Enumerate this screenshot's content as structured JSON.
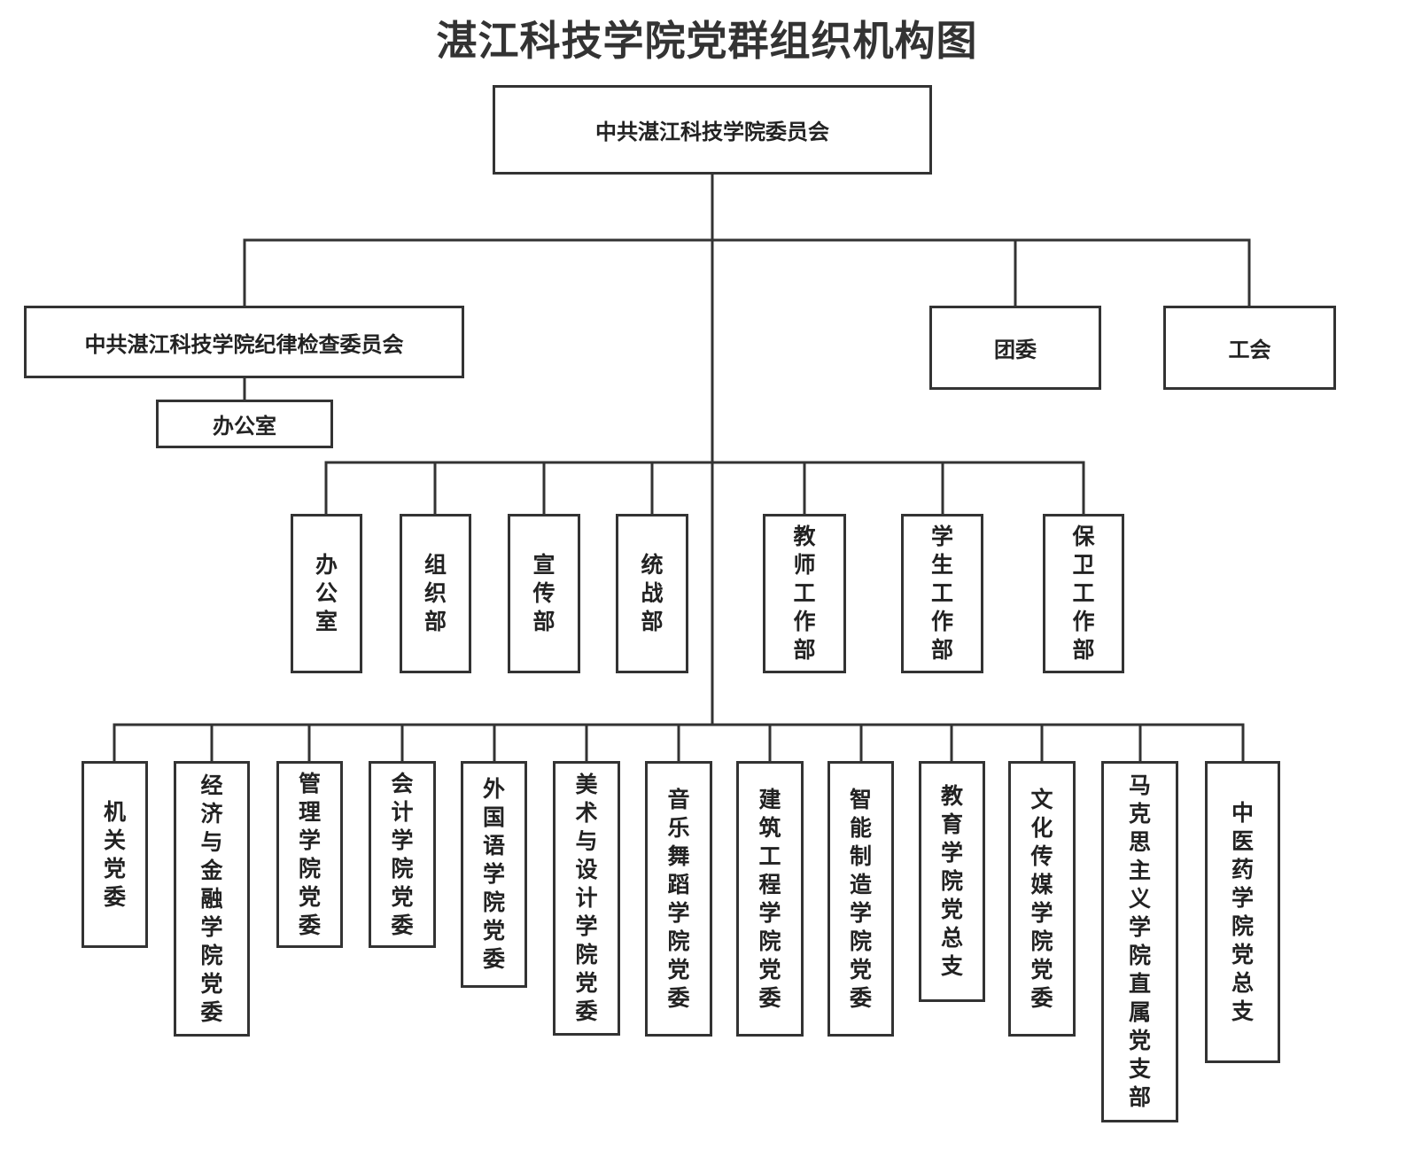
{
  "title": "湛江科技学院党群组织机构图",
  "root": {
    "label": "中共湛江科技学院委员会"
  },
  "discipline_commission": {
    "label": "中共湛江科技学院纪律检查委员会",
    "office": "办公室"
  },
  "league_committee": {
    "label": "团委"
  },
  "labor_union": {
    "label": "工会"
  },
  "departments": [
    {
      "label": "办公室"
    },
    {
      "label": "组织部"
    },
    {
      "label": "宣传部"
    },
    {
      "label": "统战部"
    },
    {
      "label": "教师工作部"
    },
    {
      "label": "学生工作部"
    },
    {
      "label": "保卫工作部"
    }
  ],
  "branches": [
    {
      "label": "机关党委"
    },
    {
      "label": "经济与金融学院党委"
    },
    {
      "label": "管理学院党委"
    },
    {
      "label": "会计学院党委"
    },
    {
      "label": "外国语学院党委"
    },
    {
      "label": "美术与设计学院党委"
    },
    {
      "label": "音乐舞蹈学院党委"
    },
    {
      "label": "建筑工程学院党委"
    },
    {
      "label": "智能制造学院党委"
    },
    {
      "label": "教育学院党总支"
    },
    {
      "label": "文化传媒学院党委"
    },
    {
      "label": "马克思主义学院直属党支部"
    },
    {
      "label": "中医药学院党总支"
    }
  ]
}
